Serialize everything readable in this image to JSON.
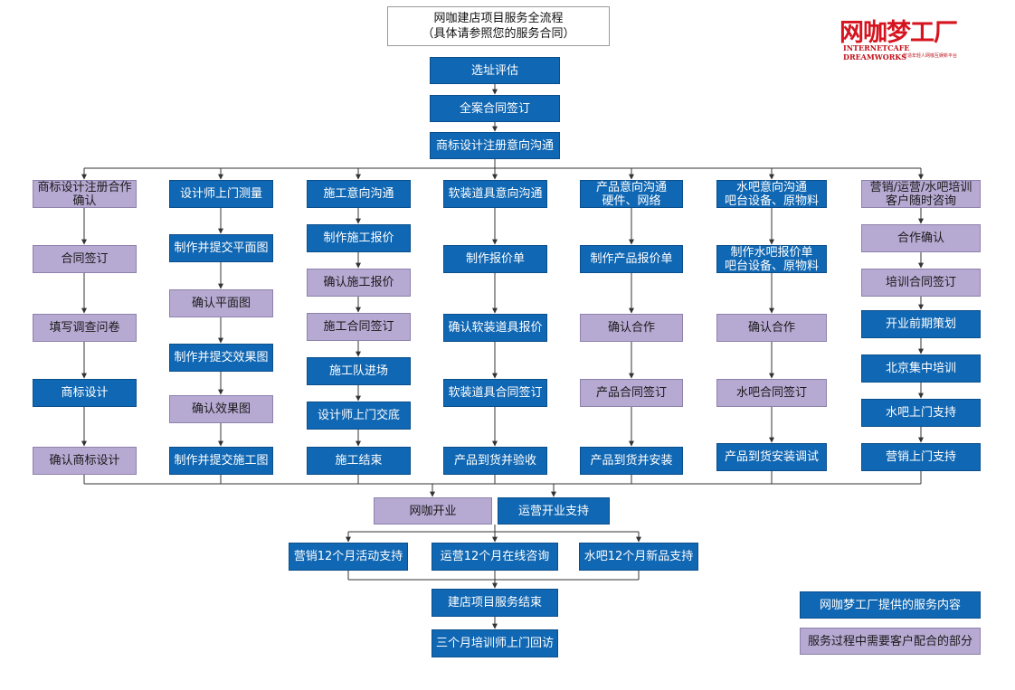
{
  "title": "网咖建店项目服务全流程\n（具体请参照您的服务合同）",
  "logo": {
    "main": "网咖梦工厂",
    "sub": "INTERNETCAFE DREAMWORKS",
    "tagline": "打造年轻人网咖互娱新平台"
  },
  "top_steps": [
    "选址评估",
    "全案合同签订",
    "商标设计注册意向沟通"
  ],
  "columns": [
    {
      "steps": [
        {
          "label": "商标设计注册合作\n确认",
          "kind": "customer"
        },
        {
          "label": "合同签订",
          "kind": "customer"
        },
        {
          "label": "填写调查问卷",
          "kind": "customer"
        },
        {
          "label": "商标设计",
          "kind": "service"
        },
        {
          "label": "确认商标设计",
          "kind": "customer"
        }
      ]
    },
    {
      "steps": [
        {
          "label": "设计师上门测量",
          "kind": "service"
        },
        {
          "label": "制作并提交平面图",
          "kind": "service"
        },
        {
          "label": "确认平面图",
          "kind": "customer"
        },
        {
          "label": "制作并提交效果图",
          "kind": "service"
        },
        {
          "label": "确认效果图",
          "kind": "customer"
        },
        {
          "label": "制作并提交施工图",
          "kind": "service"
        }
      ]
    },
    {
      "steps": [
        {
          "label": "施工意向沟通",
          "kind": "service"
        },
        {
          "label": "制作施工报价",
          "kind": "service"
        },
        {
          "label": "确认施工报价",
          "kind": "customer"
        },
        {
          "label": "施工合同签订",
          "kind": "customer"
        },
        {
          "label": "施工队进场",
          "kind": "service"
        },
        {
          "label": "设计师上门交底",
          "kind": "service"
        },
        {
          "label": "施工结束",
          "kind": "service"
        }
      ]
    },
    {
      "steps": [
        {
          "label": "软装道具意向沟通",
          "kind": "service"
        },
        {
          "label": "制作报价单",
          "kind": "service"
        },
        {
          "label": "确认软装道具报价",
          "kind": "service"
        },
        {
          "label": "软装道具合同签订",
          "kind": "service"
        },
        {
          "label": "产品到货并验收",
          "kind": "service"
        }
      ]
    },
    {
      "steps": [
        {
          "label": "产品意向沟通\n硬件、网络",
          "kind": "service"
        },
        {
          "label": "制作产品报价单",
          "kind": "service"
        },
        {
          "label": "确认合作",
          "kind": "customer"
        },
        {
          "label": "产品合同签订",
          "kind": "customer"
        },
        {
          "label": "产品到货并安装",
          "kind": "service"
        }
      ]
    },
    {
      "steps": [
        {
          "label": "水吧意向沟通\n吧台设备、原物料",
          "kind": "service"
        },
        {
          "label": "制作水吧报价单\n吧台设备、原物料",
          "kind": "service"
        },
        {
          "label": "确认合作",
          "kind": "customer"
        },
        {
          "label": "水吧合同签订",
          "kind": "customer"
        },
        {
          "label": "产品到货安装调试",
          "kind": "service"
        }
      ]
    },
    {
      "steps": [
        {
          "label": "营销/运营/水吧培训\n客户随时咨询",
          "kind": "customer"
        },
        {
          "label": "合作确认",
          "kind": "customer"
        },
        {
          "label": "培训合同签订",
          "kind": "customer"
        },
        {
          "label": "开业前期策划",
          "kind": "service"
        },
        {
          "label": "北京集中培训",
          "kind": "service"
        },
        {
          "label": "水吧上门支持",
          "kind": "service"
        },
        {
          "label": "营销上门支持",
          "kind": "service"
        }
      ]
    }
  ],
  "opening": {
    "left": "网咖开业",
    "right": "运营开业支持"
  },
  "support": [
    "营销12个月活动支持",
    "运营12个月在线咨询",
    "水吧12个月新品支持"
  ],
  "end_steps": [
    "建店项目服务结束",
    "三个月培训师上门回访"
  ],
  "legend": {
    "service": "网咖梦工厂提供的服务内容",
    "customer": "服务过程中需要客户配合的部分"
  },
  "colors": {
    "service": "#1067b3",
    "customer": "#b6a9d2",
    "line": "#333333"
  }
}
